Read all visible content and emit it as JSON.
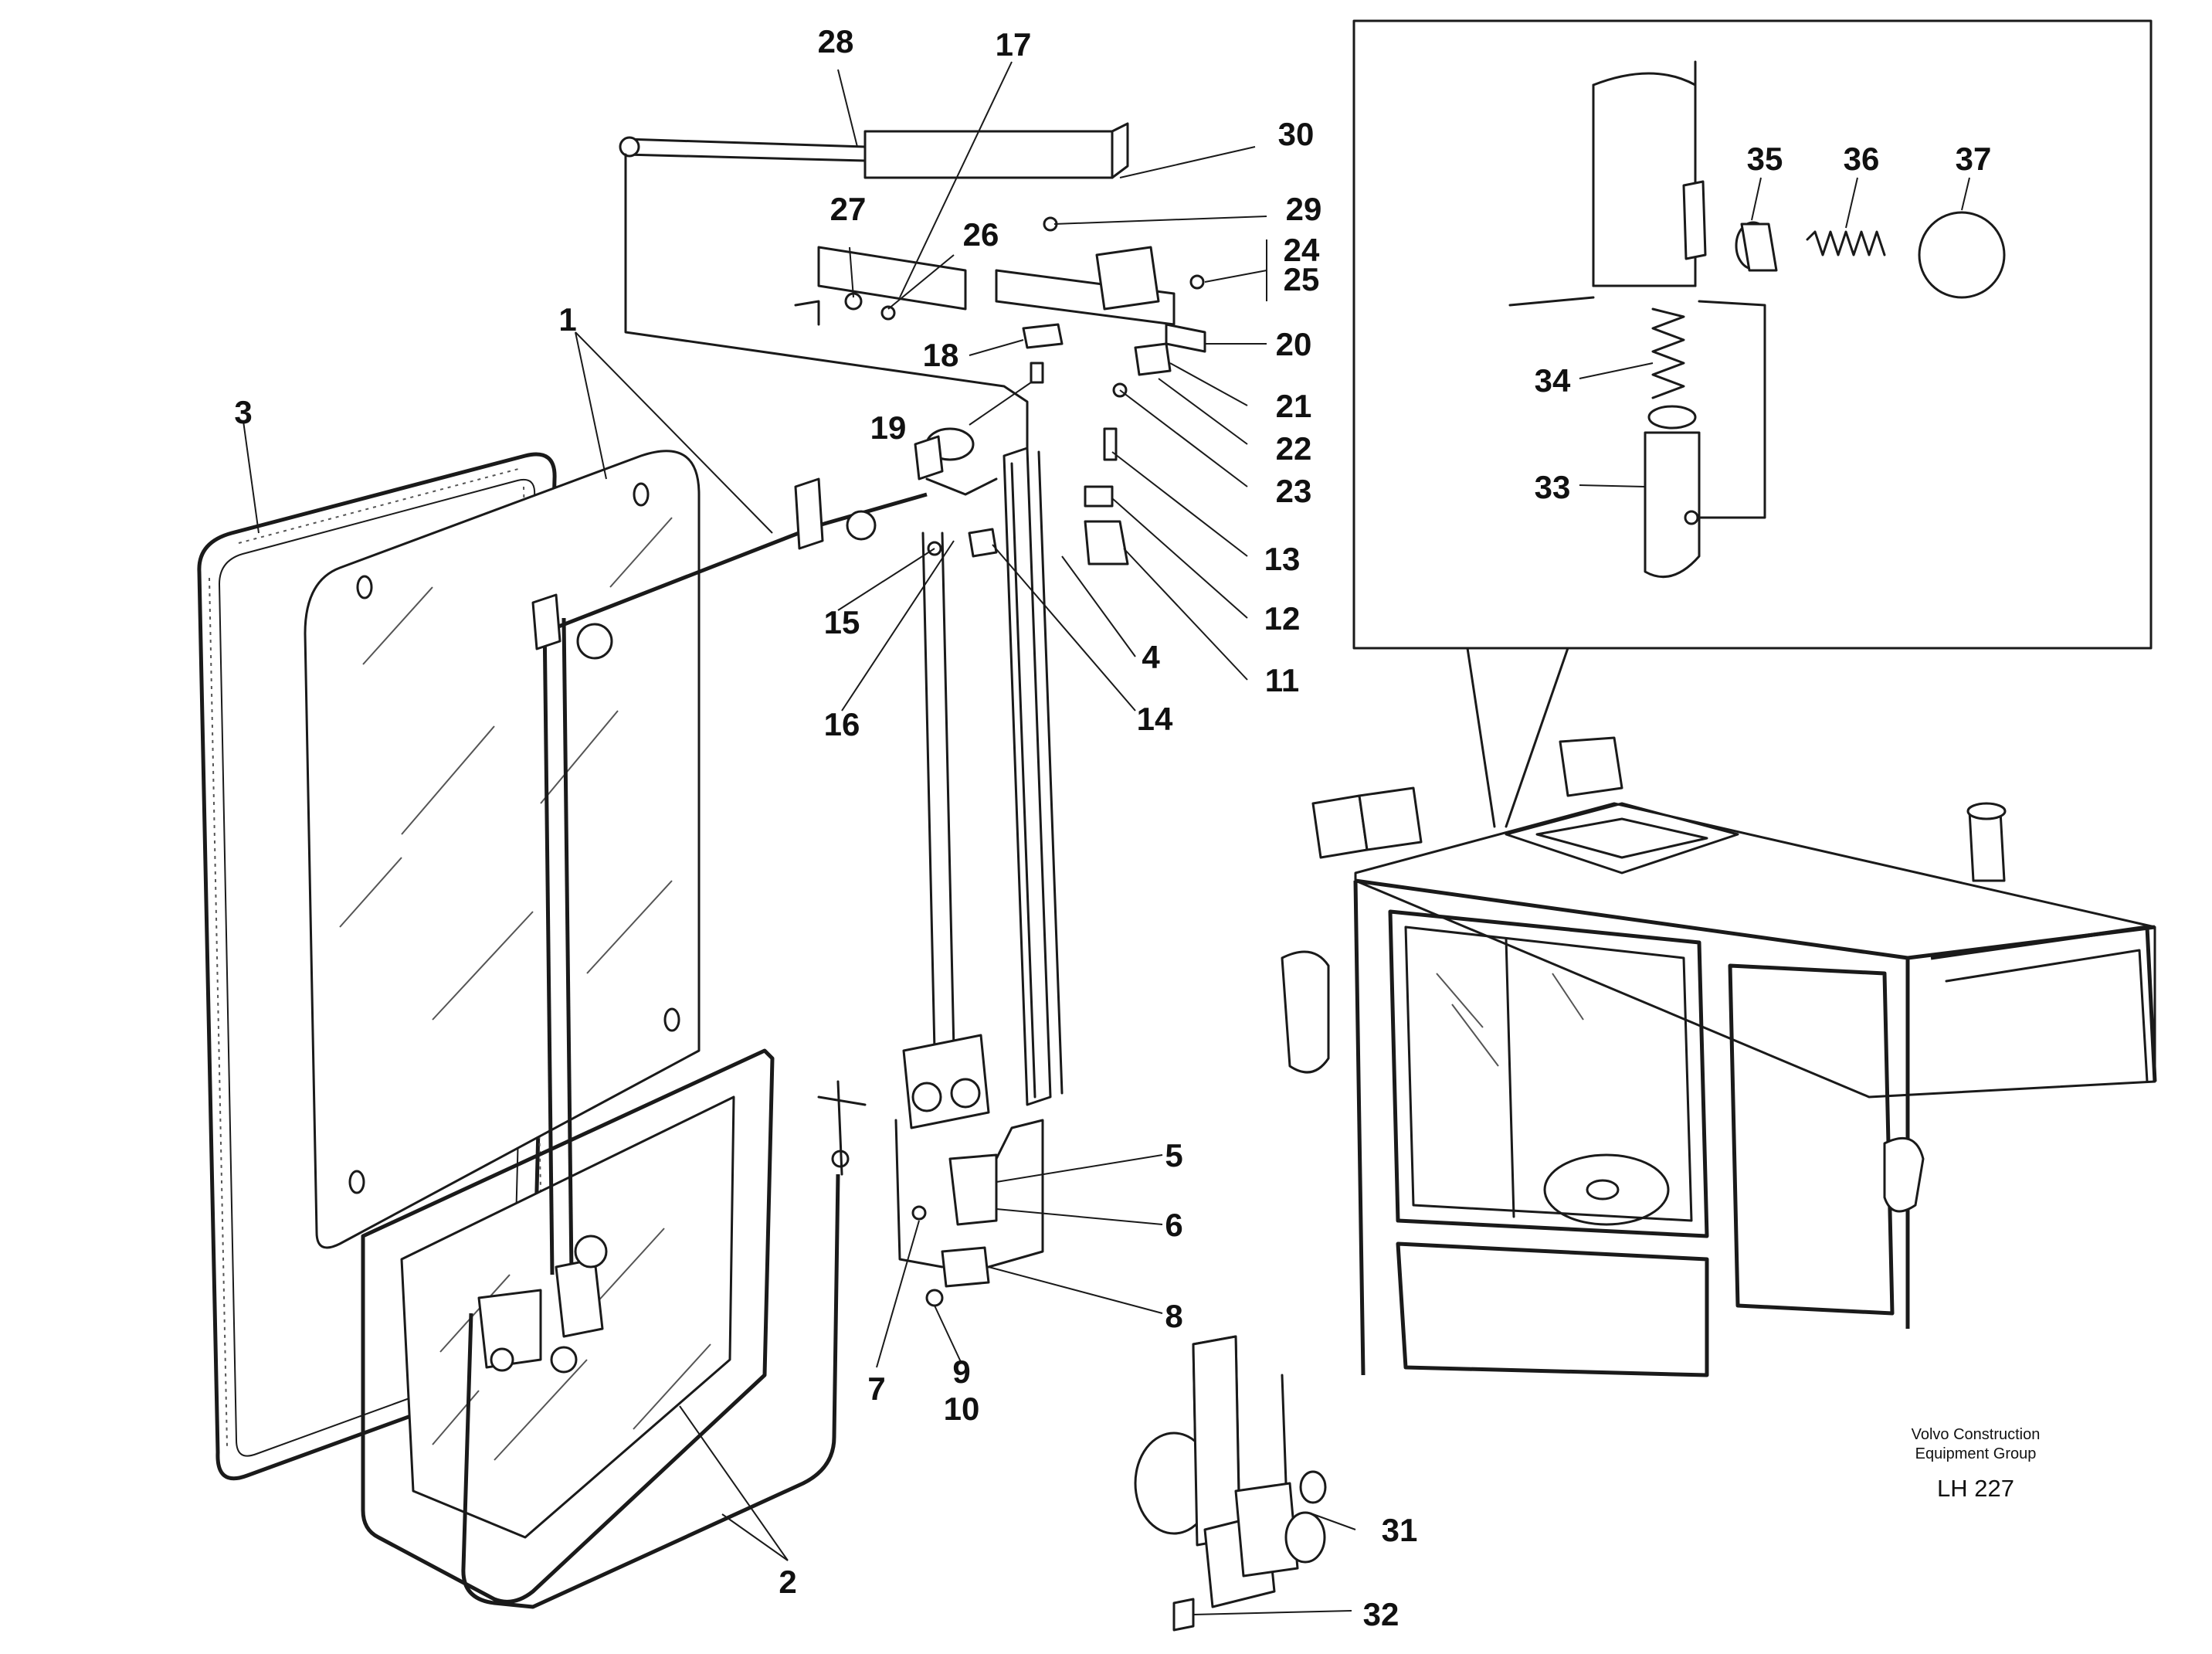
{
  "callouts": [
    {
      "id": "1",
      "text": "1"
    },
    {
      "id": "2",
      "text": "2"
    },
    {
      "id": "3",
      "text": "3"
    },
    {
      "id": "4",
      "text": "4"
    },
    {
      "id": "5",
      "text": "5"
    },
    {
      "id": "6",
      "text": "6"
    },
    {
      "id": "7",
      "text": "7"
    },
    {
      "id": "8",
      "text": "8"
    },
    {
      "id": "9",
      "text": "9"
    },
    {
      "id": "10",
      "text": "10"
    },
    {
      "id": "11",
      "text": "11"
    },
    {
      "id": "12",
      "text": "12"
    },
    {
      "id": "13",
      "text": "13"
    },
    {
      "id": "14",
      "text": "14"
    },
    {
      "id": "15",
      "text": "15"
    },
    {
      "id": "16",
      "text": "16"
    },
    {
      "id": "17",
      "text": "17"
    },
    {
      "id": "18",
      "text": "18"
    },
    {
      "id": "19",
      "text": "19"
    },
    {
      "id": "20",
      "text": "20"
    },
    {
      "id": "21",
      "text": "21"
    },
    {
      "id": "22",
      "text": "22"
    },
    {
      "id": "23",
      "text": "23"
    },
    {
      "id": "24",
      "text": "24"
    },
    {
      "id": "25",
      "text": "25"
    },
    {
      "id": "26",
      "text": "26"
    },
    {
      "id": "27",
      "text": "27"
    },
    {
      "id": "28",
      "text": "28"
    },
    {
      "id": "29",
      "text": "29"
    },
    {
      "id": "30",
      "text": "30"
    },
    {
      "id": "31",
      "text": "31"
    },
    {
      "id": "32",
      "text": "32"
    },
    {
      "id": "33",
      "text": "33"
    },
    {
      "id": "34",
      "text": "34"
    },
    {
      "id": "35",
      "text": "35"
    },
    {
      "id": "36",
      "text": "36"
    },
    {
      "id": "37",
      "text": "37"
    }
  ],
  "caption": {
    "line1": "Volvo Construction",
    "line2": "Equipment Group",
    "code": "LH 227"
  }
}
